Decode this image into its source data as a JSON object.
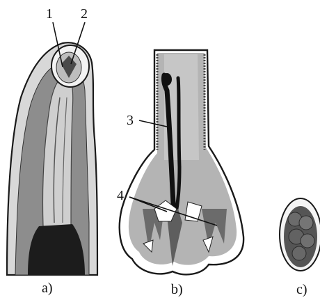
{
  "labels": {
    "one": "1",
    "two": "2",
    "three": "3",
    "four": "4"
  },
  "captions": {
    "a": "a)",
    "b": "b)",
    "c": "c)"
  },
  "colors": {
    "outline": "#1a1a1a",
    "light_tissue": "#d9d9d9",
    "mid_tissue": "#8f8f8f",
    "dark_tissue": "#1c1c1c",
    "background": "#ffffff"
  }
}
